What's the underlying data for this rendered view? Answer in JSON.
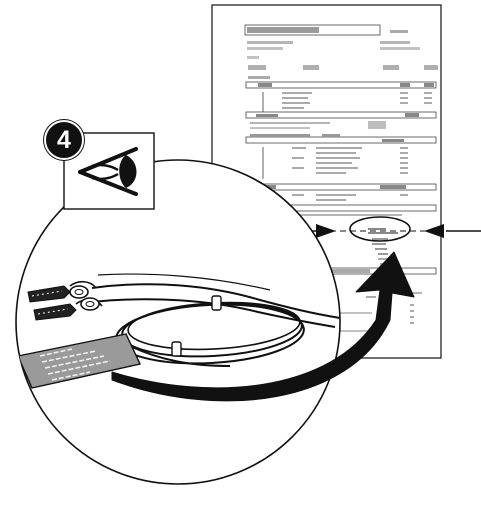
{
  "step": {
    "number": "4"
  },
  "icons": {
    "step_icon": "eye-icon",
    "sheet": "spec-sheet",
    "sensor": "thermocouple-sensor"
  },
  "colors": {
    "line": "#111111",
    "paper": "#ffffff",
    "text_gray": "#8a8a8a",
    "label_plate": "#9a9a9a"
  }
}
